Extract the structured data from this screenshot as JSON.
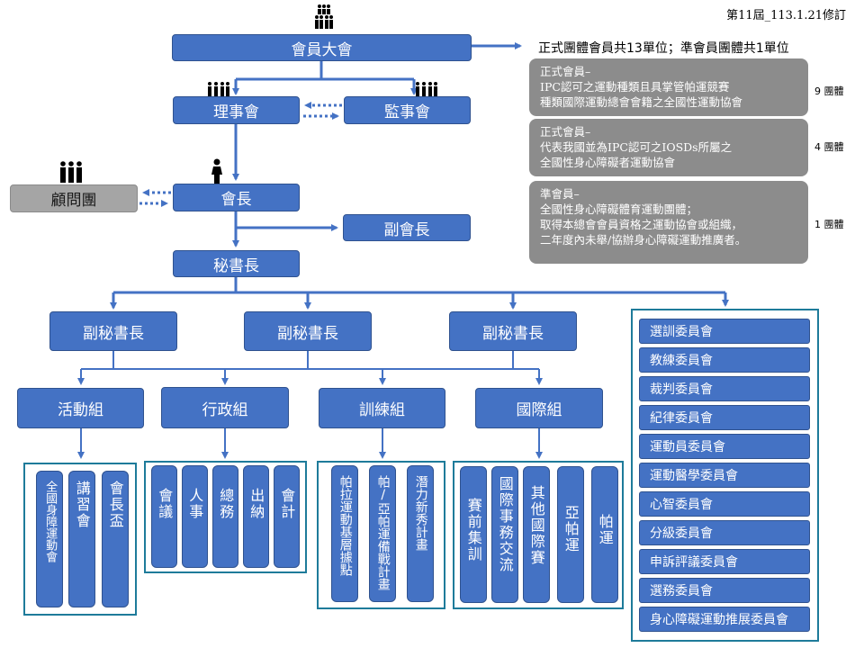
{
  "revision": "第11屆_113.1.21修訂",
  "member_summary": "正式團體會員共13單位；準會員團體共1單位",
  "top": {
    "assembly": "會員大會",
    "board": "理事會",
    "supervisors": "監事會",
    "advisors": "顧問團",
    "president": "會長",
    "vice_president": "副會長",
    "secretary_general": "秘書長"
  },
  "deputies": [
    "副秘書長",
    "副秘書長",
    "副秘書長"
  ],
  "groups": [
    "活動組",
    "行政組",
    "訓練組",
    "國際組"
  ],
  "activity_items": [
    "全國身障運動會",
    "講習會",
    "會長盃"
  ],
  "admin_items": [
    "會議",
    "人事",
    "總務",
    "出納",
    "會計"
  ],
  "training_items": [
    "帕拉運動基層據點",
    "帕/亞帕運備戰計畫",
    "潛力新秀計畫"
  ],
  "intl_items": [
    "賽前集訓",
    "國際事務交流",
    "其他國際賽",
    "亞帕運",
    "帕運"
  ],
  "committees": [
    "選訓委員會",
    "教練委員會",
    "裁判委員會",
    "紀律委員會",
    "運動員委員會",
    "運動醫學委員會",
    "心智委員會",
    "分級委員會",
    "申訴評議委員會",
    "選務委員會",
    "身心障礙運動推展委員會"
  ],
  "member_info": [
    {
      "lines": [
        "正式會員–",
        "IPC認可之運動種類且具掌管帕運競賽",
        "種類國際運動總會會籍之全國性運動協會"
      ],
      "count": "9 團體"
    },
    {
      "lines": [
        "正式會員–",
        "代表我國並為IPC認可之IOSDs所屬之",
        "全國性身心障礙者運動協會"
      ],
      "count": "4 團體"
    },
    {
      "lines": [
        "準會員–",
        "全國性身心障礙體育運動團體；",
        "取得本總會會員資格之運動協會或組織，",
        "二年度內未舉/協辦身心障礙運動推廣者。"
      ],
      "count": "1 團體"
    }
  ],
  "colors": {
    "box": "#4472c4",
    "line": "#4472c4",
    "frame": "#1e7b9a",
    "grey": "#a5a5a5",
    "info": "#8c8c8c"
  }
}
